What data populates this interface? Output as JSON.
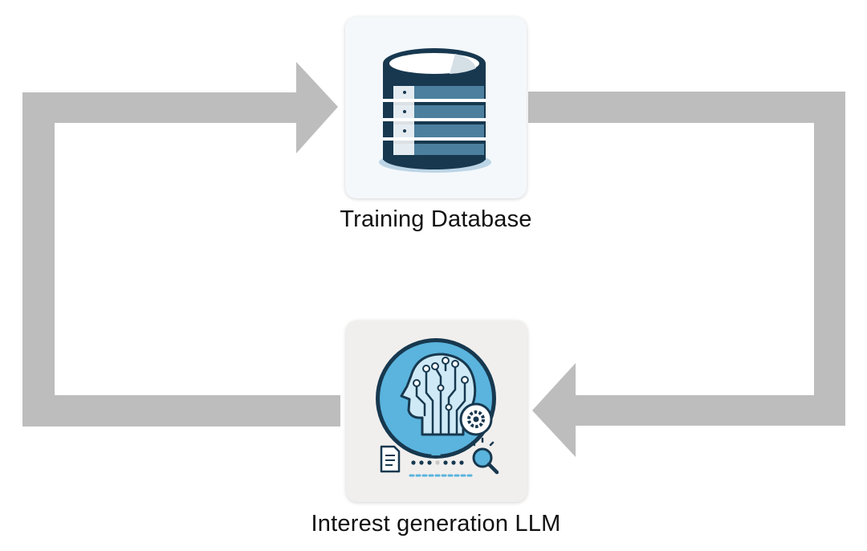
{
  "nodes": {
    "training_database": {
      "label": "Training Database",
      "icon": "database-icon"
    },
    "interest_llm": {
      "label": "Interest generation LLM",
      "icon": "ai-head-icon"
    }
  },
  "edges": [
    {
      "from": "training_database",
      "to": "interest_llm",
      "route": "right"
    },
    {
      "from": "interest_llm",
      "to": "training_database",
      "route": "left"
    }
  ],
  "colors": {
    "arrow": "#bdbdbd",
    "database_dark": "#17384f",
    "database_mid": "#4c7f9e",
    "ai_blue": "#5ab4dd"
  }
}
